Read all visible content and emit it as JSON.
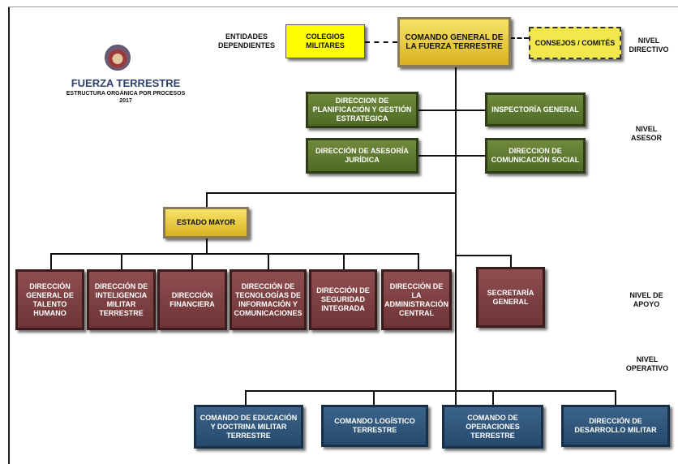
{
  "header": {
    "title": "FUERZA TERRESTRE",
    "subtitle": "ESTRUCTURA ORGÁNICA POR PROCESOS",
    "year": "2017"
  },
  "levels": {
    "directivo": "NIVEL DIRECTIVO",
    "asesor": "NIVEL ASESOR",
    "apoyo": "NIVEL DE APOYO",
    "operativo": "NIVEL OPERATIVO"
  },
  "top": {
    "entidades_label": "ENTIDADES DEPENDIENTES",
    "colegios": "COLEGIOS MILITARES",
    "comando_general": "COMANDO GENERAL DE LA FUERZA TERRESTRE",
    "consejos": "CONSEJOS / COMITÉS"
  },
  "asesor": {
    "planificacion": "DIRECCION DE PLANIFICACIÓN Y GESTIÓN ESTRATEGICA",
    "inspectoria": "INSPECTORÍA GENERAL",
    "asesoria": "DIRECCIÓN DE ASESORÍA JURÍDICA",
    "comunicacion": "DIRECCION DE COMUNICACIÓN SOCIAL"
  },
  "estado_mayor": "ESTADO MAYOR",
  "apoyo": {
    "talento": "DIRECCIÓN GENERAL DE TALENTO HUMANO",
    "inteligencia": "DIRECCIÓN DE INTELIGENCIA MILITAR TERRESTRE",
    "financiera": "DIRECCIÓN FINANCIERA",
    "tecnologias": "DIRECCIÓN DE TECNOLOGÍAS DE INFORMACIÓN Y COMUNICACIONES",
    "seguridad": "DIRECCIÓN DE SEGURIDAD INTEGRADA",
    "administracion": "DIRECCIÓN DE LA ADMINISTRACIÓN CENTRAL",
    "secretaria": "SECRETARÍA GENERAL"
  },
  "operativo": {
    "educacion": "COMANDO DE EDUCACIÓN Y DOCTRINA MILITAR TERRESTRE",
    "logistico": "COMANDO LOGÍSTICO TERRESTRE",
    "operaciones": "COMANDO DE OPERACIONES TERRESTRE",
    "desarrollo": "DIRECCIÓN DE DESARROLLO MILITAR"
  }
}
